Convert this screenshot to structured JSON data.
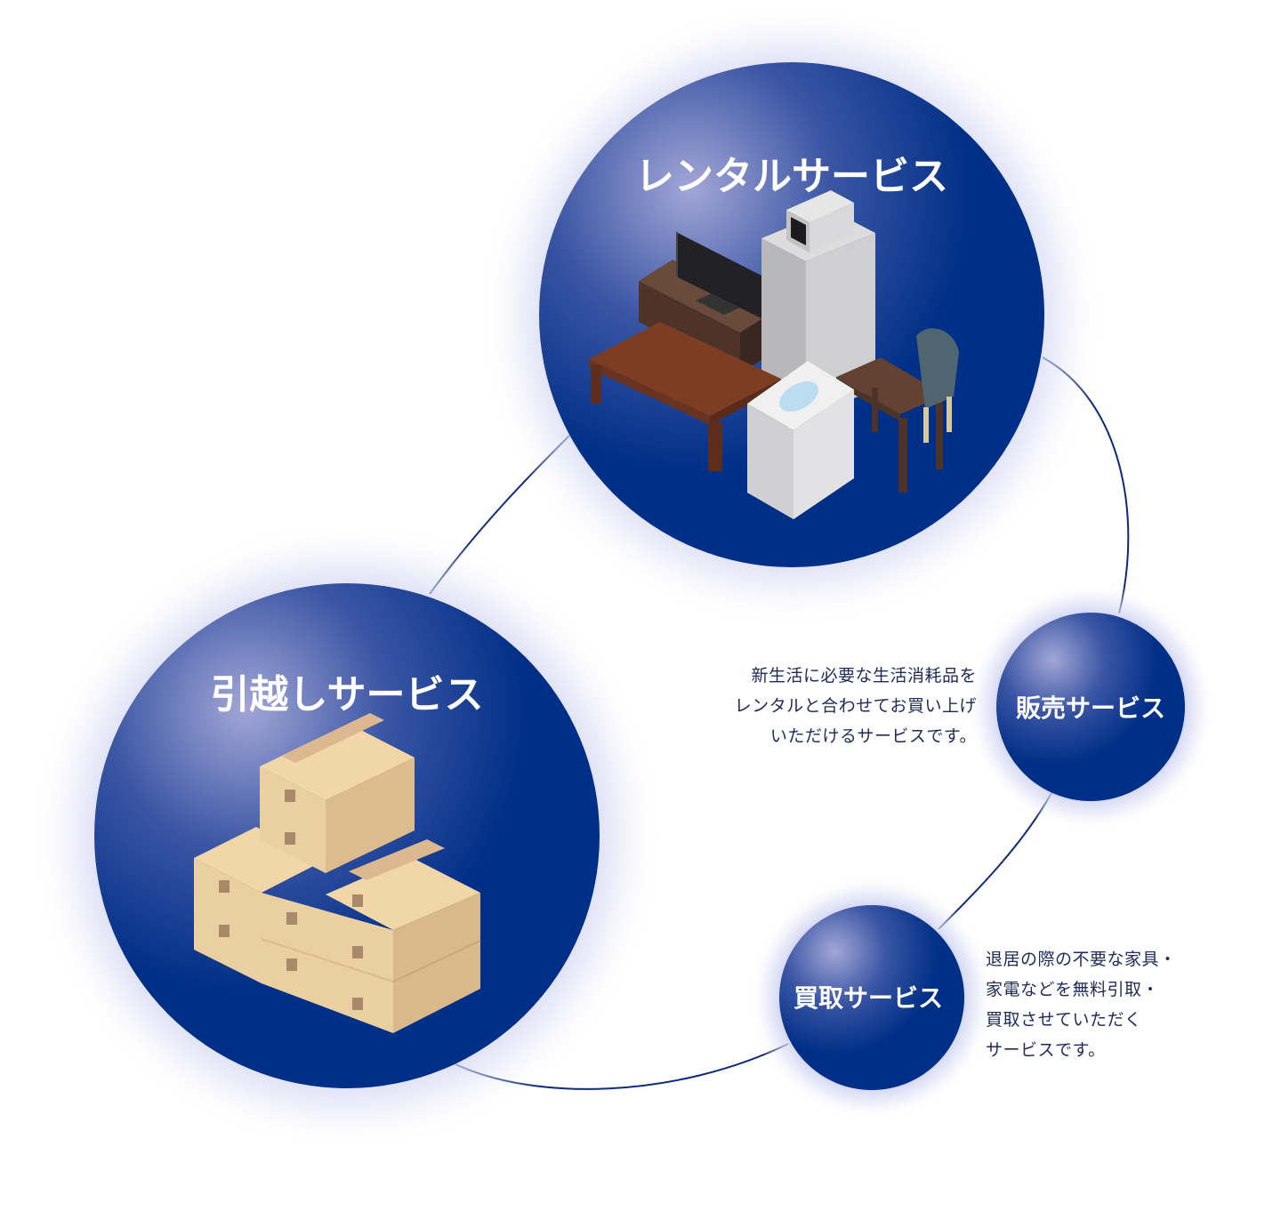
{
  "colors": {
    "navy": "#002f87",
    "navy_light": "#a2a6d6",
    "glow": "#c9cdf0",
    "line": "#0d2a7d",
    "text": "#1e2a5a"
  },
  "rental": {
    "title": "レンタルサービス",
    "illustration": "furniture-appliances-illustration"
  },
  "moving": {
    "title": "引越しサービス",
    "illustration": "cardboard-boxes-illustration"
  },
  "sales": {
    "title": "販売サービス",
    "description": [
      "新生活に必要な生活消耗品を",
      "レンタルと合わせてお買い上げ",
      "いただけるサービスです。"
    ]
  },
  "buyback": {
    "title": "買取サービス",
    "description": [
      "退居の際の不要な家具・",
      "家電などを無料引取・",
      "買取させていただく",
      "サービスです。"
    ]
  }
}
